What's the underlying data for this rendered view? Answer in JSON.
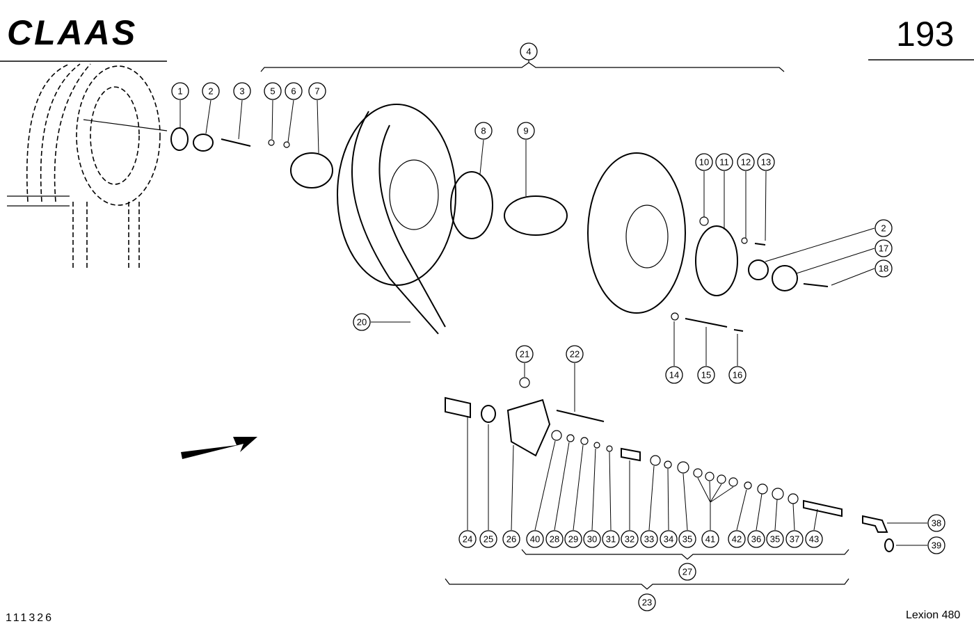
{
  "header": {
    "brand_logo": "CLAAS",
    "page_number": "193"
  },
  "footer": {
    "drawing_number": "111326",
    "model": "Lexion 480"
  },
  "callouts": [
    {
      "label": "1"
    },
    {
      "label": "2"
    },
    {
      "label": "3"
    },
    {
      "label": "4"
    },
    {
      "label": "5"
    },
    {
      "label": "6"
    },
    {
      "label": "7"
    },
    {
      "label": "8"
    },
    {
      "label": "9"
    },
    {
      "label": "10"
    },
    {
      "label": "11"
    },
    {
      "label": "12"
    },
    {
      "label": "13"
    },
    {
      "label": "2"
    },
    {
      "label": "17"
    },
    {
      "label": "18"
    },
    {
      "label": "20"
    },
    {
      "label": "14"
    },
    {
      "label": "15"
    },
    {
      "label": "16"
    },
    {
      "label": "21"
    },
    {
      "label": "22"
    },
    {
      "label": "24"
    },
    {
      "label": "25"
    },
    {
      "label": "26"
    },
    {
      "label": "40"
    },
    {
      "label": "28"
    },
    {
      "label": "29"
    },
    {
      "label": "30"
    },
    {
      "label": "31"
    },
    {
      "label": "32"
    },
    {
      "label": "33"
    },
    {
      "label": "34"
    },
    {
      "label": "35"
    },
    {
      "label": "41"
    },
    {
      "label": "42"
    },
    {
      "label": "36"
    },
    {
      "label": "35"
    },
    {
      "label": "37"
    },
    {
      "label": "43"
    },
    {
      "label": "38"
    },
    {
      "label": "39"
    },
    {
      "label": "27"
    },
    {
      "label": "23"
    }
  ]
}
